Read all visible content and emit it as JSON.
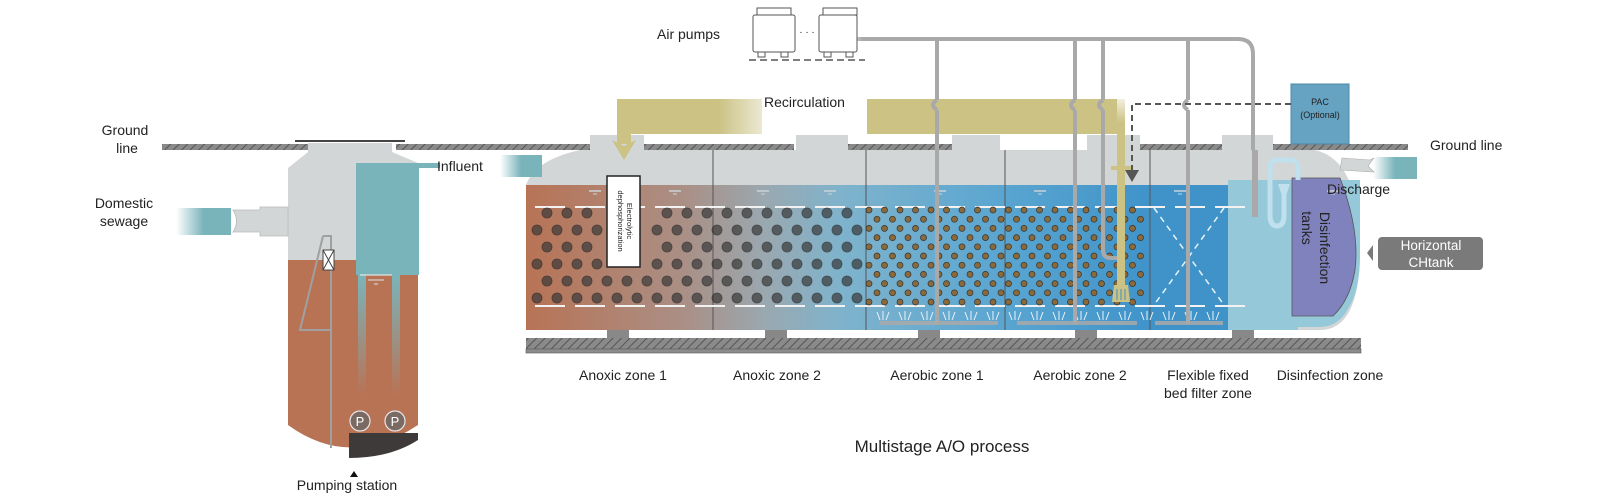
{
  "labels": {
    "ground_line_left_1": "Ground",
    "ground_line_left_2": "line",
    "ground_line_right": "Ground line",
    "domestic_sewage_1": "Domestic",
    "domestic_sewage_2": "sewage",
    "influent": "Influent",
    "pumping_station": "Pumping station",
    "pump_symbol": "P",
    "air_pumps": "Air pumps",
    "air_pumps_ellipsis": "· · ·",
    "recirculation": "Recirculation",
    "electrolytic_1": "Electrolytic",
    "electrolytic_2": "dephosphorization",
    "pac_1": "PAC",
    "pac_2": "(Optional)",
    "discharge": "Discharge",
    "disinfection_tanks_1": "Disinfection",
    "disinfection_tanks_2": "tanks",
    "horizontal_tank_1": "Horizontal",
    "horizontal_tank_2": "CHtank",
    "process_title": "Multistage A/O process"
  },
  "zones": [
    {
      "label_1": "Anoxic zone 1",
      "label_2": ""
    },
    {
      "label_1": "Anoxic zone 2",
      "label_2": ""
    },
    {
      "label_1": "Aerobic zone 1",
      "label_2": ""
    },
    {
      "label_1": "Aerobic zone 2",
      "label_2": ""
    },
    {
      "label_1": "Flexible fixed",
      "label_2": "bed filter zone"
    },
    {
      "label_1": "Disinfection zone",
      "label_2": ""
    }
  ],
  "colors": {
    "sewage": "#b87355",
    "clean_water": "#7ab4bb",
    "tank_grey": "#d3d6d6",
    "recirculation": "#cbc284",
    "aerobic_blue": "#5ba6d1",
    "filter_blue": "#3f93c9",
    "disinfection_light": "#95c9da",
    "disinfection_tank": "#8082bd",
    "pac_box": "#66a2c1",
    "pipe": "#a9a9a9",
    "callout": "#7a7a7a"
  }
}
